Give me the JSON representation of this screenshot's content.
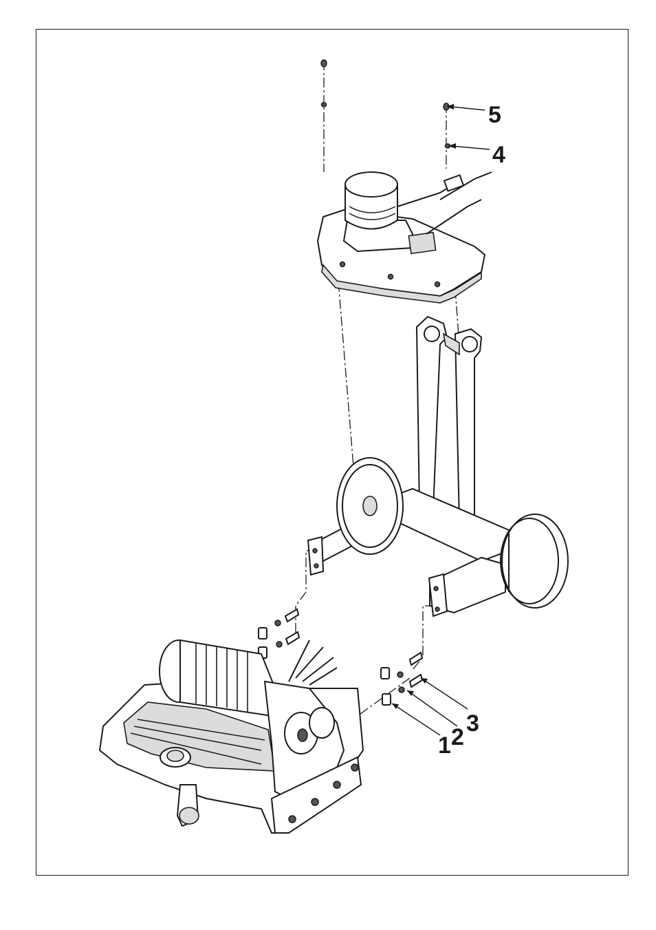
{
  "callouts": [
    {
      "id": "1",
      "label": "1"
    },
    {
      "id": "2",
      "label": "2"
    },
    {
      "id": "3",
      "label": "3"
    },
    {
      "id": "4",
      "label": "4"
    },
    {
      "id": "5",
      "label": "5"
    }
  ],
  "colors": {
    "line": "#1a1a1a",
    "shade": "#dcdcdc",
    "background": "#ffffff"
  }
}
